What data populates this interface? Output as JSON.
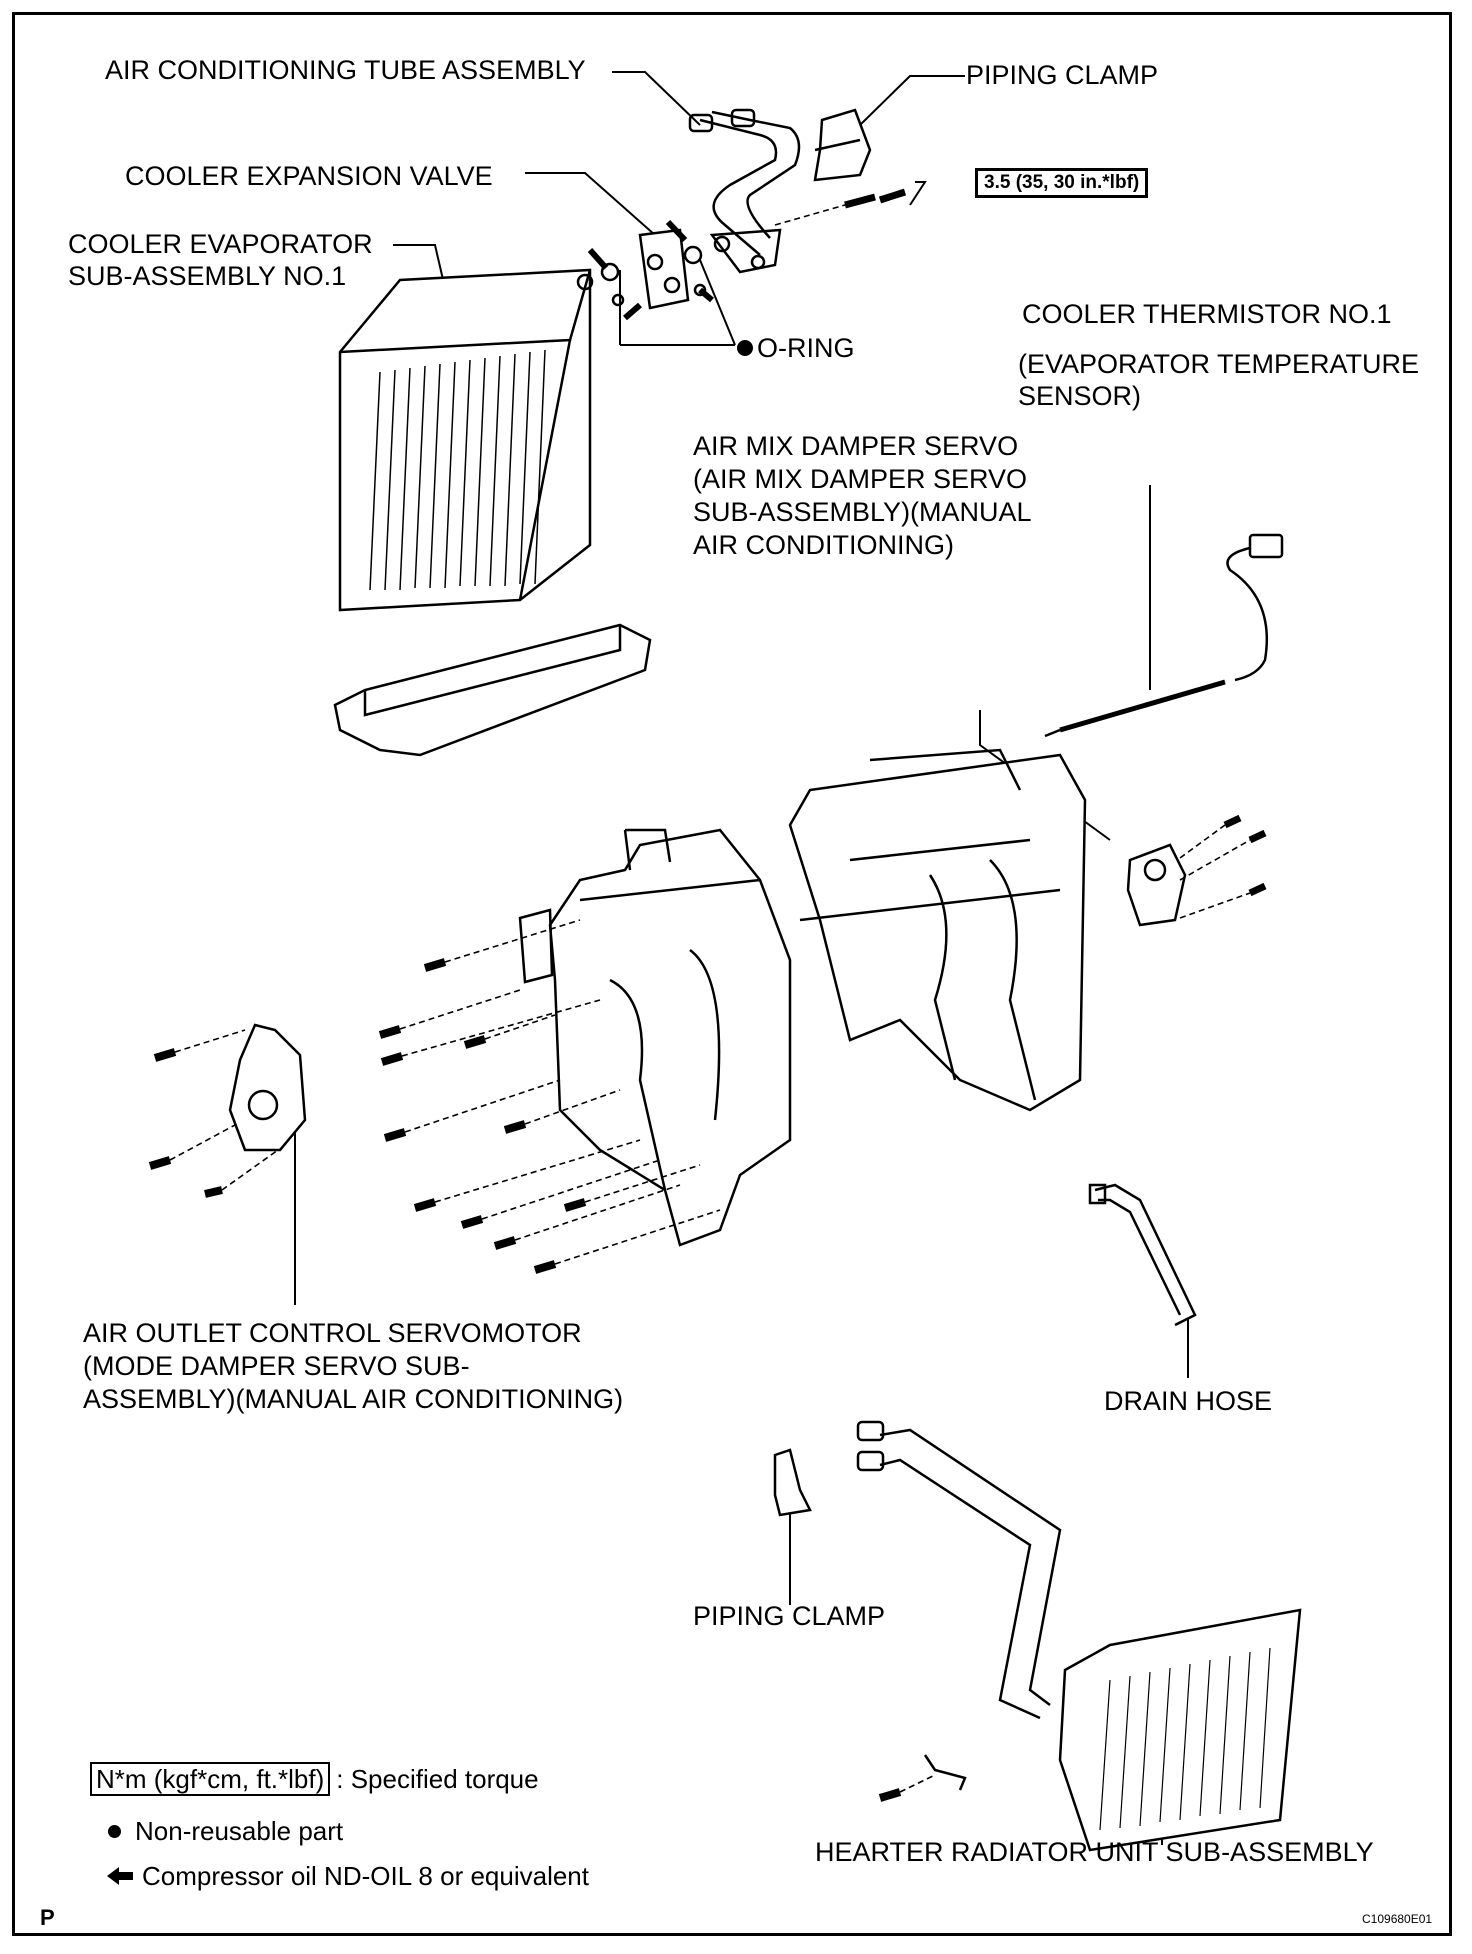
{
  "labels": {
    "ac_tube": "AIR CONDITIONING TUBE ASSEMBLY",
    "piping_clamp_top": "PIPING CLAMP",
    "torque_value": "3.5 (35, 30 in.*lbf)",
    "expansion_valve": "COOLER EXPANSION VALVE",
    "evaporator_line1": "COOLER EVAPORATOR",
    "evaporator_line2": "SUB-ASSEMBLY NO.1",
    "o_ring": "O-RING",
    "thermistor_line1": "COOLER THERMISTOR NO.1",
    "thermistor_line2": "(EVAPORATOR TEMPERATURE",
    "thermistor_line3": "SENSOR)",
    "air_mix_line1": "AIR MIX DAMPER SERVO",
    "air_mix_line2": "(AIR MIX DAMPER SERVO",
    "air_mix_line3": "SUB-ASSEMBLY)(MANUAL",
    "air_mix_line4": "AIR CONDITIONING)",
    "outlet_line1": "AIR OUTLET CONTROL SERVOMOTOR",
    "outlet_line2": "(MODE DAMPER SERVO SUB-",
    "outlet_line3": "ASSEMBLY)(MANUAL AIR CONDITIONING)",
    "drain_hose": "DRAIN HOSE",
    "piping_clamp_bottom": "PIPING CLAMP",
    "heater_radiator": "HEARTER RADIATOR UNIT SUB-ASSEMBLY"
  },
  "legend": {
    "torque_unit": "N*m (kgf*cm, ft.*lbf)",
    "torque_desc": ": Specified torque",
    "non_reusable": "Non-reusable part",
    "compressor_oil": "Compressor oil ND-OIL 8 or equivalent"
  },
  "corner": {
    "left_mark": "P",
    "figure_code": "C109680E01"
  }
}
